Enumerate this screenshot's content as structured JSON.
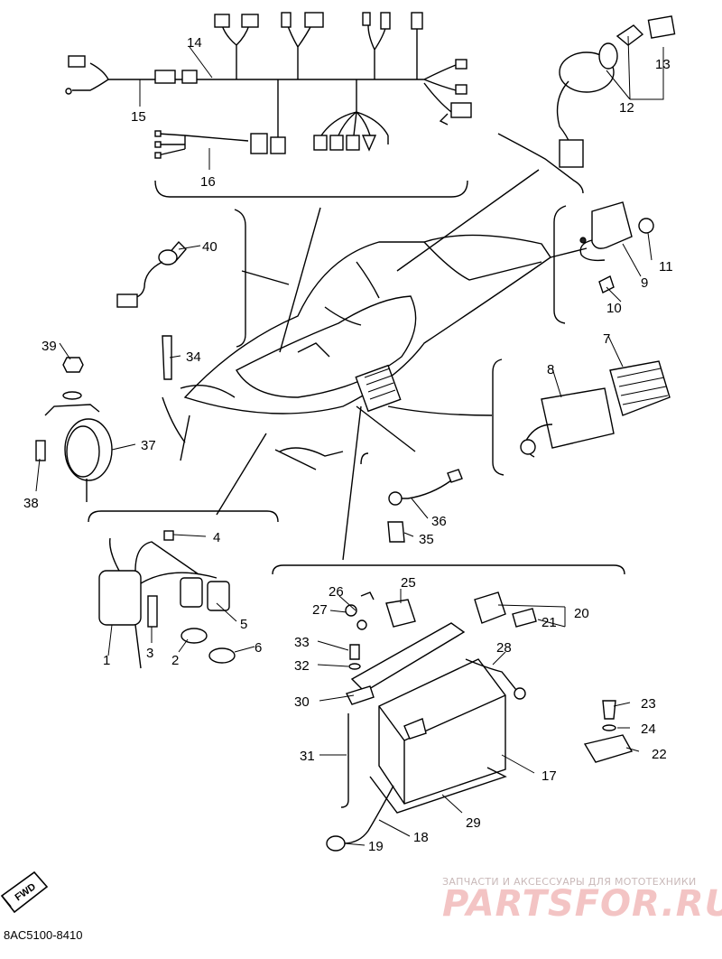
{
  "drawing_code": "8AC5100-8410",
  "direction_badge": "FWD",
  "watermark": {
    "caption": "ЗАПЧАСТИ И АКСЕССУАРЫ ДЛЯ МОТОТЕХНИКИ",
    "logo": "PARTSFOR.RU"
  },
  "callouts": [
    "1",
    "2",
    "3",
    "4",
    "5",
    "6",
    "7",
    "8",
    "9",
    "10",
    "11",
    "12",
    "13",
    "14",
    "15",
    "16",
    "17",
    "18",
    "19",
    "20",
    "21",
    "22",
    "23",
    "24",
    "25",
    "26",
    "27",
    "28",
    "29",
    "30",
    "31",
    "32",
    "33",
    "34",
    "35",
    "36",
    "37",
    "38",
    "39",
    "40"
  ]
}
